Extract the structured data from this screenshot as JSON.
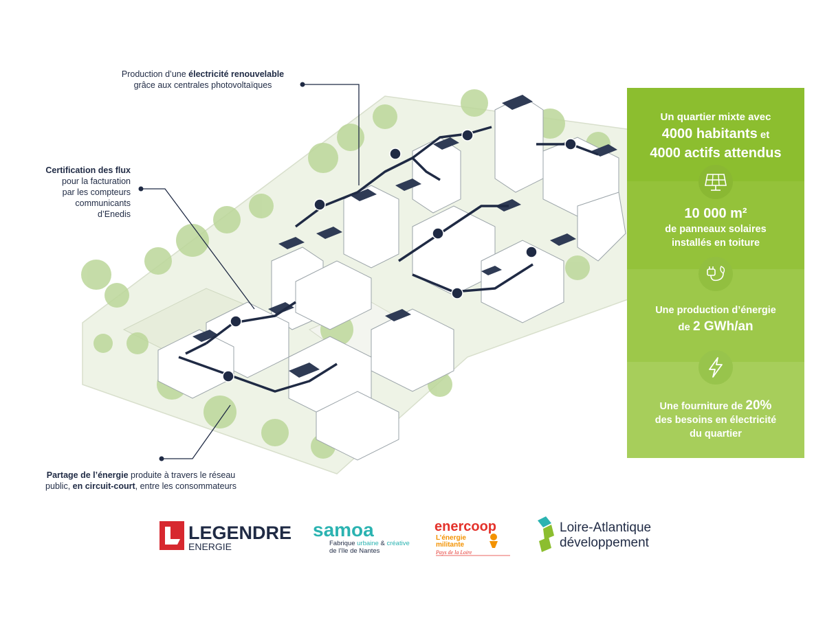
{
  "annotations": {
    "production": {
      "line1_prefix": "Production d’une ",
      "line1_bold": "électricité renouvelable",
      "line2": "grâce aux centrales photovoltaïques"
    },
    "certification": {
      "bold": "Certification des flux",
      "lines": [
        "pour la facturation",
        "par les compteurs",
        "communicants",
        "d’Enedis"
      ]
    },
    "partage": {
      "bold1": "Partage de l’énergie",
      "text1": " produite à travers le réseau",
      "text2a": "public, ",
      "bold2": "en circuit-court",
      "text2b": ", entre les consommateurs"
    }
  },
  "panel": {
    "block1": {
      "line1": "Un quartier mixte avec",
      "line2_big": "4000 habitants",
      "line2_small": " et",
      "line3_big": "4000 actifs attendus"
    },
    "block2": {
      "icon": "solar-panel-icon",
      "big": "10 000 m²",
      "line2": "de panneaux solaires",
      "line3": "installés en toiture"
    },
    "block3": {
      "icon": "plug-leaf-icon",
      "line1": "Une production d’énergie",
      "line2_prefix": "de ",
      "line2_big": "2 GWh/an"
    },
    "block4": {
      "icon": "lightning-icon",
      "line1_prefix": "Une fourniture de ",
      "line1_big": "20%",
      "line2": "des besoins en électricité",
      "line3": "du quartier"
    }
  },
  "logos": {
    "legendre": {
      "line1": "LEGENDRE",
      "line2": "ENERGIE"
    },
    "samoa": {
      "name": "samoa",
      "tag1a": "Fabrique ",
      "tag1b": "urbaine",
      "tag1c": " & ",
      "tag1d": "créative",
      "tag2": "de l’île de Nantes"
    },
    "enercoop": {
      "name": "enercoop",
      "tag1": "L’énergie",
      "tag2": "militante",
      "region": "Pays de la Loire"
    },
    "loire": {
      "line1": "Loire-Atlantique",
      "line2": "développement"
    }
  },
  "colors": {
    "panel_green": "#8cbe2f",
    "navy": "#1f2a44",
    "legendre_red": "#d7282f",
    "samoa_teal": "#2bb3b1",
    "enercoop_orange": "#f39200"
  }
}
